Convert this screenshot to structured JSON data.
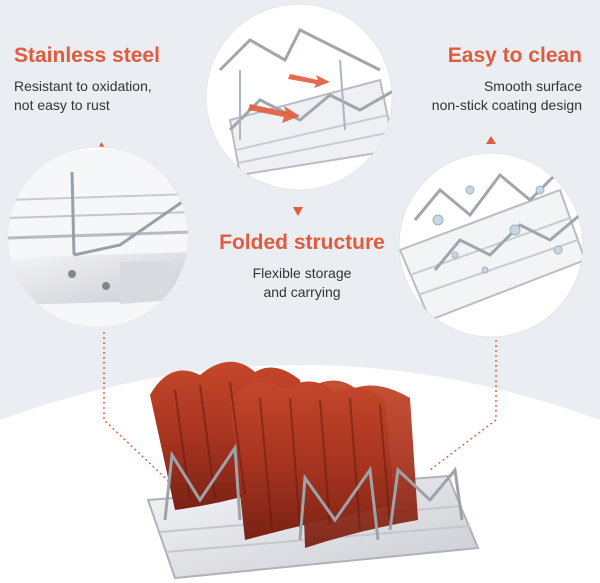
{
  "colors": {
    "accent": "#e05c3c",
    "background": "#e9ecf1",
    "text": "#333333"
  },
  "features": [
    {
      "title": "Stainless steel",
      "description": [
        "Resistant to oxidation,",
        "not easy to rust"
      ]
    },
    {
      "title": "Folded structure",
      "description": [
        "Flexible storage",
        "and carrying"
      ]
    },
    {
      "title": "Easy to clean",
      "description": [
        "Smooth surface",
        "non-stick coating design"
      ]
    }
  ],
  "icons": [
    "triangle-up-icon",
    "triangle-down-icon",
    "arrow-right-icon"
  ]
}
